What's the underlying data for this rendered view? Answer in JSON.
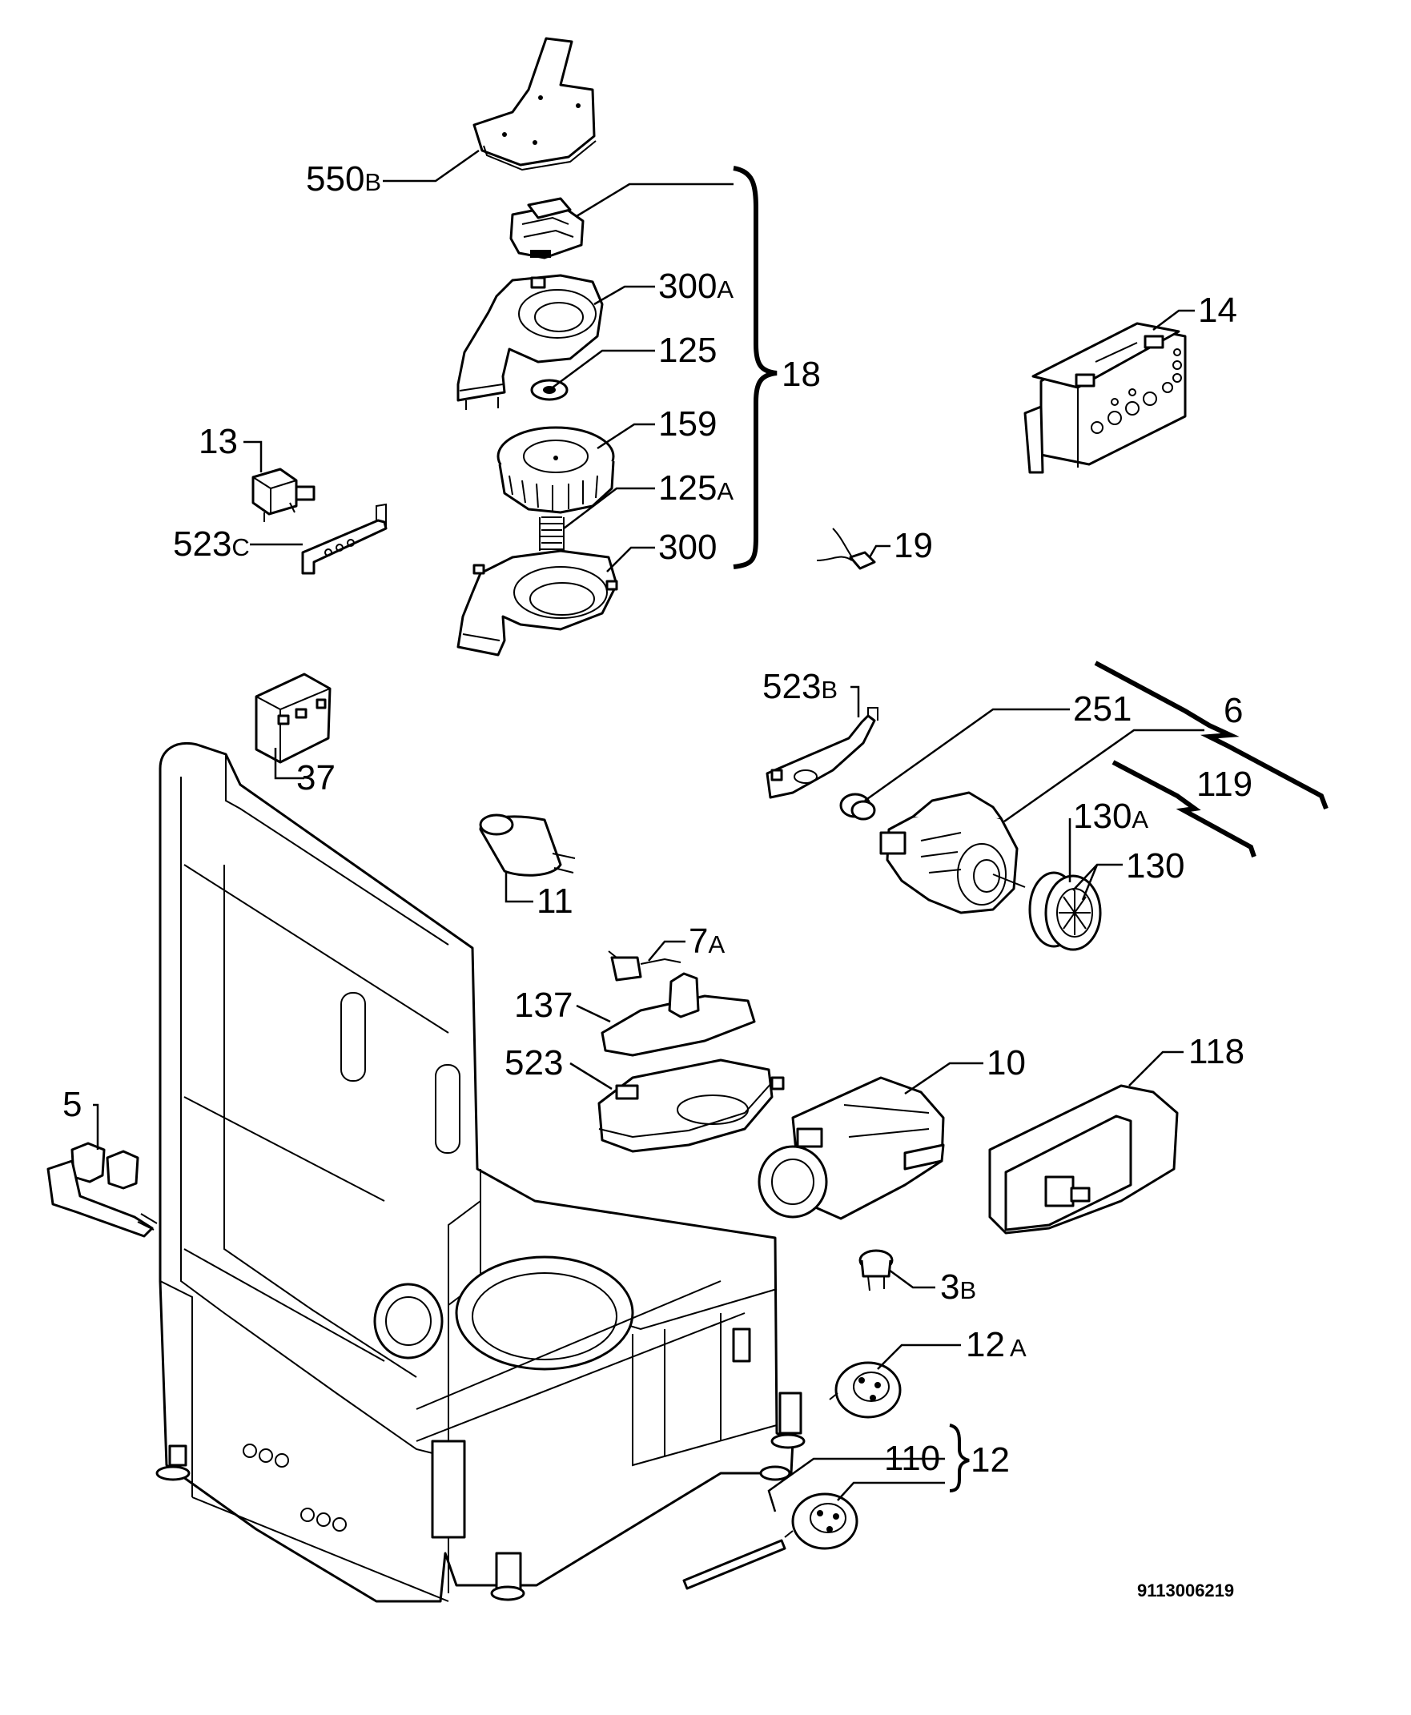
{
  "labels": {
    "l550b": "550",
    "l550b_s": "B",
    "l300a": "300",
    "l300a_s": "A",
    "l125": "125",
    "l18": "18",
    "l159": "159",
    "l125a": "125",
    "l125a_s": "A",
    "l300": "300",
    "l13": "13",
    "l523c": "523",
    "l523c_s": "C",
    "l14": "14",
    "l19": "19",
    "l523b": "523",
    "l523b_s": "B",
    "l251": "251",
    "l6": "6",
    "l119": "119",
    "l130a": "130",
    "l130a_s": "A",
    "l130": "130",
    "l37": "37",
    "l11": "11",
    "l7a": "7",
    "l7a_s": "A",
    "l137": "137",
    "l523": "523",
    "l10": "10",
    "l118": "118",
    "l5": "5",
    "l3b": "3",
    "l3b_s": "B",
    "l12a": "12",
    "l12a_s": "A",
    "l110": "110",
    "l12": "12"
  },
  "diagram_code": "9113006219"
}
